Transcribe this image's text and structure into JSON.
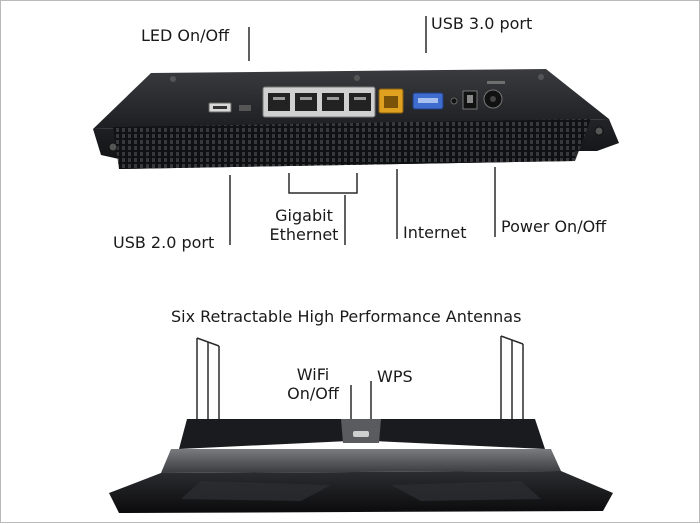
{
  "labels": {
    "led": "LED On/Off",
    "usb3": "USB 3.0 port",
    "usb2": "USB 2.0 port",
    "gigabit_line1": "Gigabit",
    "gigabit_line2": "Ethernet",
    "internet": "Internet",
    "power": "Power On/Off",
    "antennas": "Six Retractable High Performance Antennas",
    "wifi_line1": "WiFi",
    "wifi_line2": "On/Off",
    "wps": "WPS"
  },
  "colors": {
    "router_body": "#2a2b2e",
    "router_dark": "#111214",
    "internet_port": "#e0a020",
    "usb3_port": "#3f6ccf",
    "leader_line": "#2b2b2b"
  }
}
